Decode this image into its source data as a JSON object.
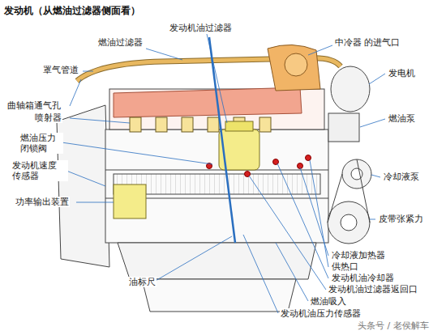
{
  "diagram": {
    "title": "发动机（从燃油过滤器侧面看）",
    "labels": [
      "发动机油过滤器",
      "燃油过滤器",
      "中冷器 的进气口",
      "罩气管道",
      "发电机",
      "曲轴箱通气孔",
      "喷射器",
      "燃油压力 闭锁阀",
      "燃油泵",
      "发动机速度 传感器",
      "冷却液泵",
      "功率输出装置",
      "皮带张紧力",
      "冷却液加热器",
      "供热口",
      "发动机油冷却器",
      "发动机油过滤器返回口",
      "油标尺",
      "燃油吸入",
      "发动机油压力传感器",
      "头条号 / 老侯解车"
    ]
  }
}
